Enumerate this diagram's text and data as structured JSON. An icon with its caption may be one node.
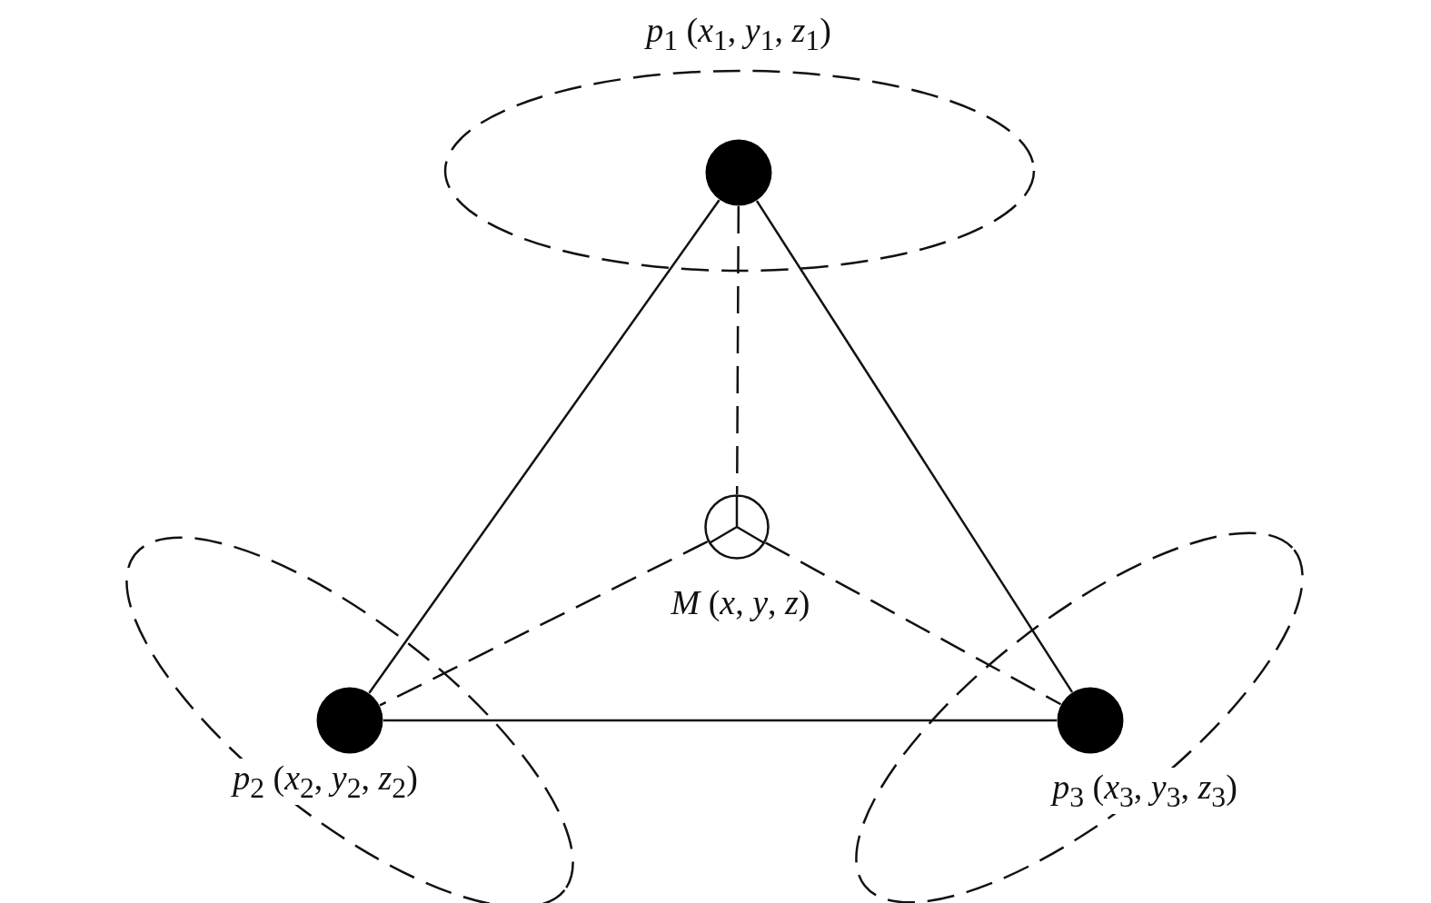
{
  "diagram": {
    "nodes": [
      {
        "text": [],
        "shape": "circle",
        "beside": [
          "*p*$_{1}$ (*x*$_{1}$, *y*$_{1}$, *z*$_{1}$)"
        ]
      },
      {
        "text": [],
        "shape": "circle",
        "beside": [
          "*M* (*x*, *y*, *z*)"
        ]
      },
      {
        "text": [],
        "shape": "circle",
        "beside": [
          "*p*$_{2}$ (*x*$_{2}$, *y*$_{2}$, *z*$_{2}$)"
        ]
      },
      {
        "text": [],
        "shape": "circle",
        "beside": [
          "*p*$_{3}$ (*x*$_{3}$, *y*$_{3}$, *z*$_{3}$)"
        ]
      }
    ],
    "edges": [
      {
        "from": 0,
        "to": 2,
        "arrow": "none"
      },
      {
        "from": 0,
        "to": 3,
        "arrow": "none"
      },
      {
        "from": 2,
        "to": 3,
        "arrow": "none"
      },
      {
        "from": 0,
        "to": 1,
        "arrow": "none",
        "style": "dashed"
      },
      {
        "from": 1,
        "to": 2,
        "arrow": "none",
        "style": "dashed"
      },
      {
        "from": 1,
        "to": 3,
        "arrow": "none",
        "style": "dashed"
      }
    ]
  }
}
